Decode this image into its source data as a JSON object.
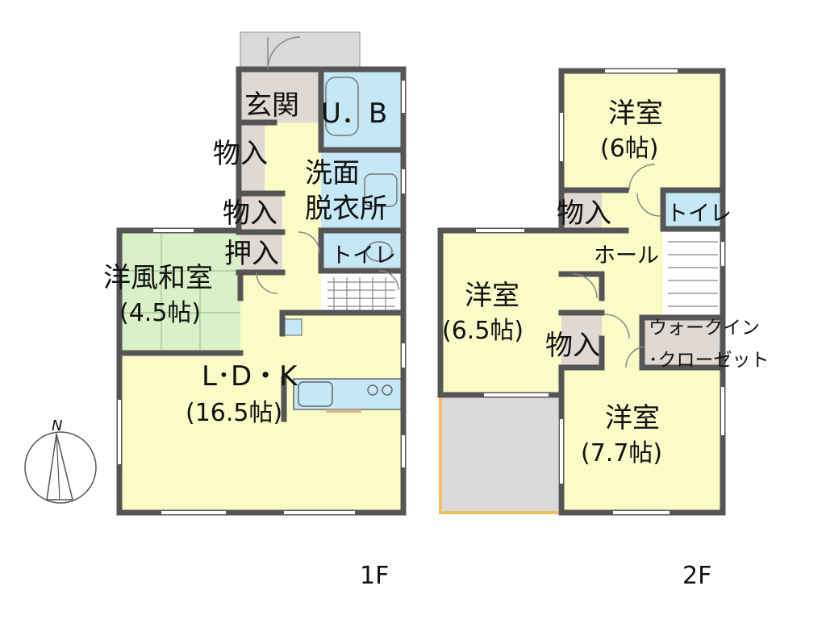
{
  "colors": {
    "wall": "#555555",
    "yellow": "#fbfbc8",
    "blue": "#c6e7f5",
    "tatami": "#d9f0c8",
    "storage": "#e0d8d2",
    "gray": "#d9d9d9",
    "door": "#888888",
    "balcony_edge": "#f2c060"
  },
  "floor1": {
    "label": "1F",
    "entrance": "玄関",
    "bath": "U．B",
    "storage_a": "物入",
    "washroom_1": "洗面",
    "washroom_2": "脱衣所",
    "storage_b": "物入",
    "closet": "押入",
    "toilet": "トイレ",
    "japanese_room": "洋風和室",
    "japanese_room_size": "(4.5帖)",
    "ldk": "L･D・K",
    "ldk_size": "(16.5帖)"
  },
  "floor2": {
    "label": "2F",
    "room_a": "洋室",
    "room_a_size": "(6帖)",
    "storage_a": "物入",
    "toilet": "トイレ",
    "hall": "ホール",
    "room_b": "洋室",
    "room_b_size": "(6.5帖)",
    "storage_b": "物入",
    "walkin_1": "ウォークイン",
    "walkin_2": "･クローゼット",
    "room_c": "洋室",
    "room_c_size": "(7.7帖)"
  },
  "compass": {
    "north": "N"
  }
}
